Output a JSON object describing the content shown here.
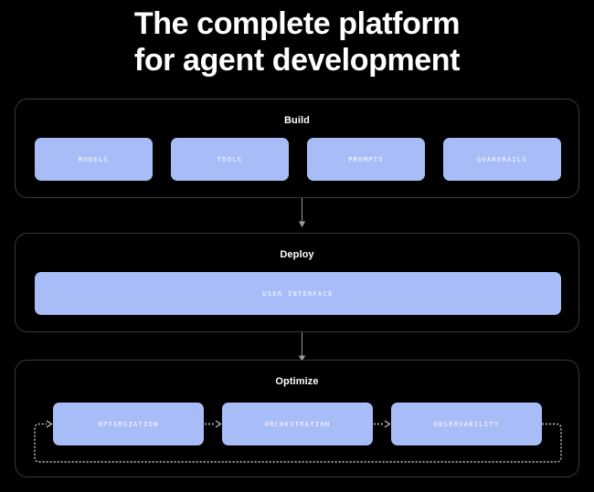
{
  "headline": {
    "line1": "The complete platform",
    "line2": "for agent development"
  },
  "colors": {
    "background": "#000000",
    "card_fill": "#a8bdf8",
    "card_text": "#ffffff",
    "panel_border": "#3a3a3a",
    "connector": "#9a9a9a",
    "dotted_flow": "#c9c9c9",
    "title_text": "#ffffff"
  },
  "sections": [
    {
      "id": "build",
      "title": "Build",
      "layout": "row-4",
      "cards": [
        {
          "label": "MODELS"
        },
        {
          "label": "TOOLS"
        },
        {
          "label": "PROMPTS"
        },
        {
          "label": "GUARDRAILS"
        }
      ]
    },
    {
      "id": "deploy",
      "title": "Deploy",
      "layout": "row-1",
      "cards": [
        {
          "label": "USER INTERFACE"
        }
      ]
    },
    {
      "id": "optimize",
      "title": "Optimize",
      "layout": "row-3-loop",
      "cards": [
        {
          "label": "OPTIMIZATION"
        },
        {
          "label": "ORCHESTRATION"
        },
        {
          "label": "OBSERVABILITY"
        }
      ]
    }
  ],
  "connectors": [
    {
      "id": "build-to-deploy",
      "from": "build",
      "to": "deploy",
      "style": "solid-arrow-down"
    },
    {
      "id": "deploy-to-optimize",
      "from": "deploy",
      "to": "optimize",
      "style": "solid-arrow-down"
    }
  ],
  "flow": {
    "type": "dotted-cycle",
    "steps": [
      "OPTIMIZATION",
      "ORCHESTRATION",
      "OBSERVABILITY"
    ],
    "feedback_loop": true
  }
}
